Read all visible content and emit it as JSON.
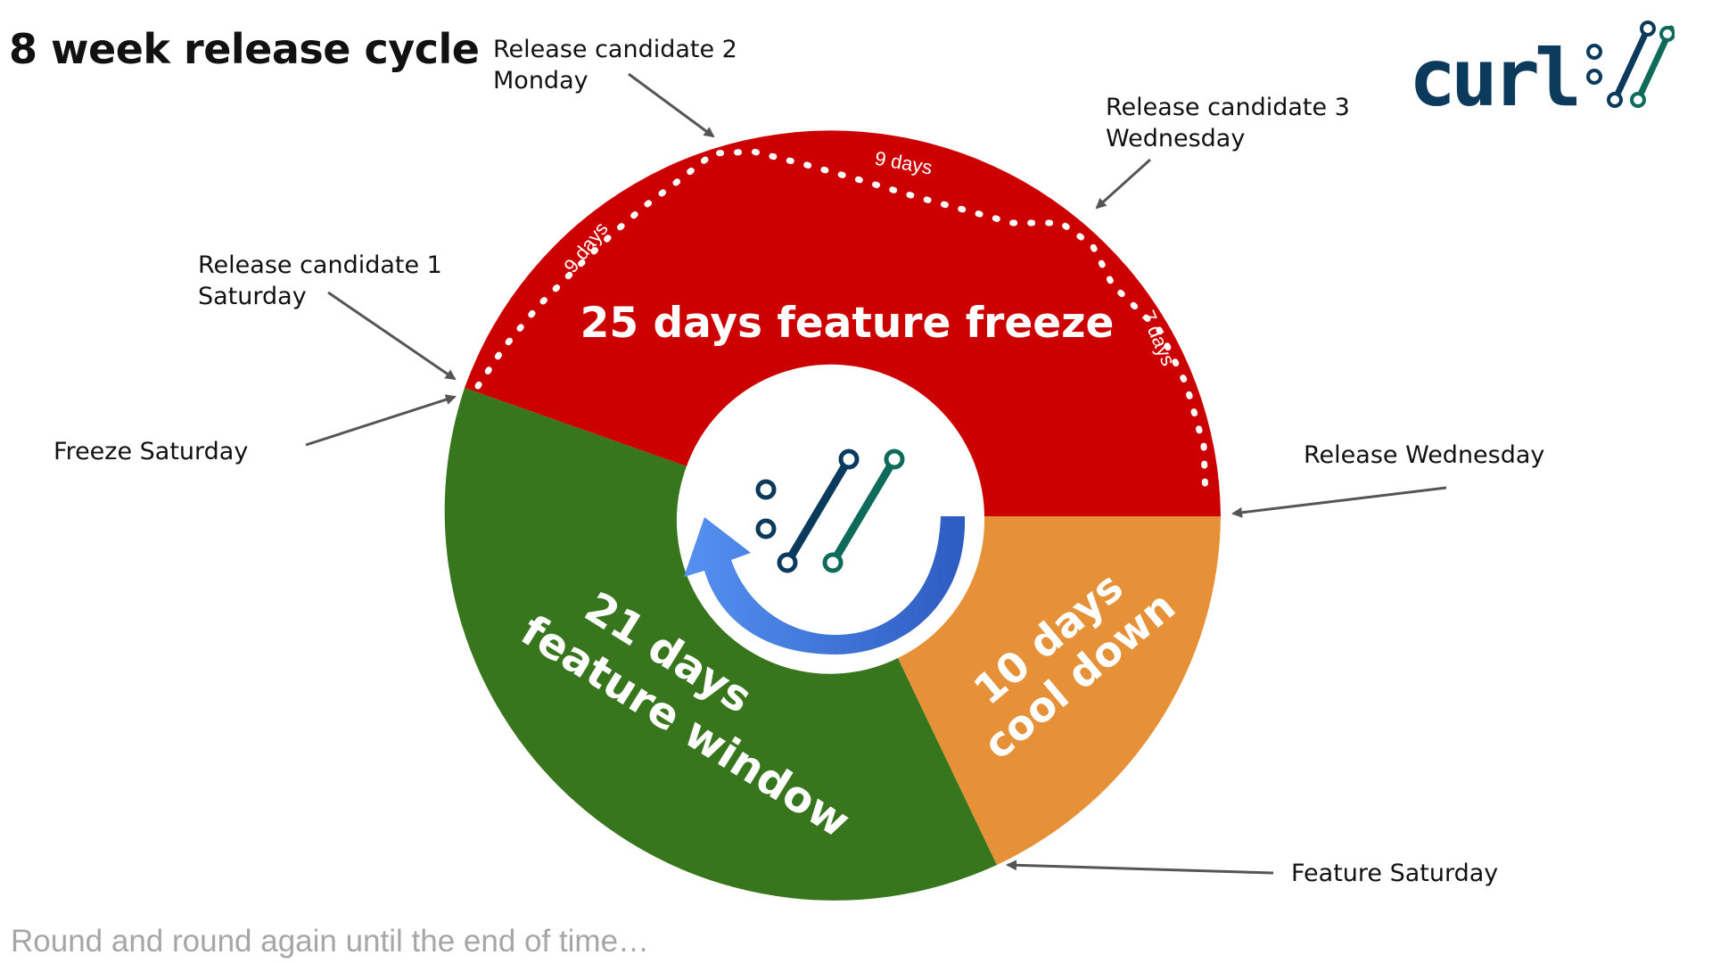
{
  "title": "8 week release cycle",
  "footer": "Round and round again until the end of time…",
  "logo": {
    "text": "curl://",
    "icon": "curl-logo"
  },
  "callouts": {
    "rc1_line1": "Release candidate 1",
    "rc1_line2": "Saturday",
    "rc2_line1": "Release candidate 2",
    "rc2_line2": "Monday",
    "rc3_line1": "Release candidate 3",
    "rc3_line2": "Wednesday",
    "freeze": "Freeze Saturday",
    "release": "Release Wednesday",
    "feature": "Feature Saturday"
  },
  "segments": {
    "freeze_label": "25 days feature freeze",
    "window_line1": "21 days",
    "window_line2": "feature window",
    "cool_line1": "10 days",
    "cool_line2": "cool down"
  },
  "intervals": {
    "a": "9 days",
    "b": "9 days",
    "c": "7 days"
  },
  "colors": {
    "freeze": "#cc0000",
    "window": "#38761d",
    "cooldown": "#e69138",
    "arrow_light": "#4a86e8",
    "arrow_dark": "#2f5fbf",
    "logo_dark": "#0b3a5c",
    "logo_green": "#0e6b5a"
  }
}
